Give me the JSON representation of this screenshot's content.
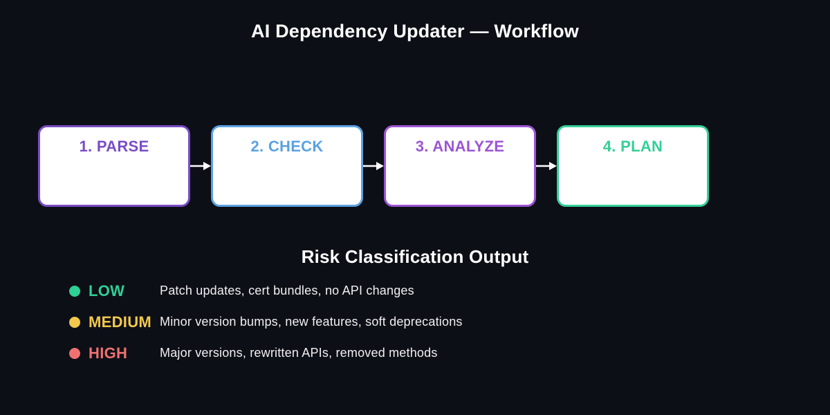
{
  "title": "AI Dependency Updater — Workflow",
  "workflow": {
    "steps": [
      {
        "label": "1. PARSE",
        "color": "#7a4cc6"
      },
      {
        "label": "2. CHECK",
        "color": "#5ba2e0"
      },
      {
        "label": "3. ANALYZE",
        "color": "#9c55d4"
      },
      {
        "label": "4. PLAN",
        "color": "#34cf98"
      }
    ],
    "arrow_color": "#ffffff",
    "box_background": "#ffffff"
  },
  "risk_section": {
    "title": "Risk Classification Output",
    "levels": [
      {
        "label": "LOW",
        "color": "#2fcf96",
        "description": "Patch updates, cert bundles, no API changes"
      },
      {
        "label": "MEDIUM",
        "color": "#f2c94c",
        "description": "Minor version bumps, new features, soft deprecations"
      },
      {
        "label": "HIGH",
        "color": "#ef7171",
        "description": "Major versions, rewritten APIs, removed methods"
      }
    ]
  },
  "colors": {
    "background": "#0d0f16",
    "heading_text": "#ffffff",
    "description_text": "#f0f0f2"
  }
}
